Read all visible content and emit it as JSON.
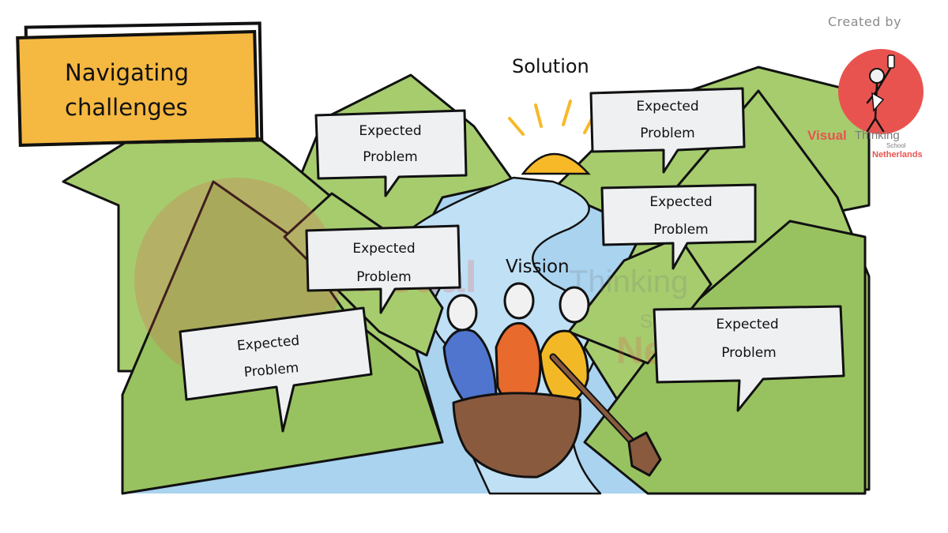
{
  "title": {
    "line1": "Navigating",
    "line2": "challenges"
  },
  "labels": {
    "solution": "Solution",
    "vision": "Vission"
  },
  "bubbles": [
    {
      "line1": "Expected",
      "line2": "Problem"
    },
    {
      "line1": "Expected",
      "line2": "Problem"
    },
    {
      "line1": "Expected",
      "line2": "Problem"
    },
    {
      "line1": "Expected",
      "line2": "Problem"
    },
    {
      "line1": "Expected",
      "line2": "Problem"
    },
    {
      "line1": "Expected",
      "line2": "Problem"
    }
  ],
  "credit": {
    "created_by": "Created by",
    "logo_word1": "Visual",
    "logo_word2": "Thinking",
    "logo_word3": "School",
    "logo_word4": "Netherlands"
  },
  "colors": {
    "title_bg": "#f5b841",
    "mountain_green": "#a6cc6e",
    "river_blue": "#a9d3ef",
    "sun": "#f7b928",
    "bubble_fill": "#eef0f2",
    "person_blue": "#4f75cf",
    "person_orange": "#e86a2c",
    "person_yellow": "#f3b826",
    "boat": "#8a5a3f",
    "logo_red": "#e9534f"
  }
}
